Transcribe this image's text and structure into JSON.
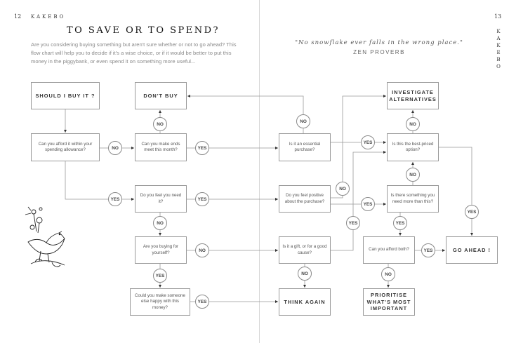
{
  "left_page": {
    "page_number": "12",
    "running_head": "KAKEBO",
    "title": "TO SAVE OR TO SPEND?",
    "intro": "Are you considering buying something but aren't sure whether or not to go ahead? This flow chart will help you to decide if it's a wise choice, or if it would be better to put this money in the piggybank, or even spend it on something more useful..."
  },
  "right_page": {
    "page_number": "13",
    "running_head_vertical": [
      "K",
      "A",
      "K",
      "E",
      "B",
      "O"
    ],
    "quote": "\"No snowflake ever falls in the wrong place.\"",
    "quote_author": "ZEN PROVERB"
  },
  "nodes": {
    "start": "SHOULD I BUY IT ?",
    "dont_buy": "DON'T BUY",
    "afford": "Can you afford it within your spending allowance?",
    "ends_meet": "Can you make ends meet this month?",
    "need": "Do you feel you need it?",
    "yourself": "Are you buying for yourself?",
    "someone_else": "Could you make someone else happy with this money?",
    "essential": "Is it an essential purchase?",
    "positive": "Do you feel positive about the purchase?",
    "gift": "Is it a gift, or for a good cause?",
    "think_again": "THINK AGAIN",
    "investigate": "INVESTIGATE ALTERNATIVES",
    "best_priced": "Is this the best-priced option?",
    "need_more": "Is there something you need more than this?",
    "afford_both": "Can you afford both?",
    "go_ahead": "GO AHEAD !",
    "prioritise": "PRIORITISE WHAT'S MOST IMPORTANT"
  },
  "answers": {
    "yes": "YES",
    "no": "NO"
  }
}
